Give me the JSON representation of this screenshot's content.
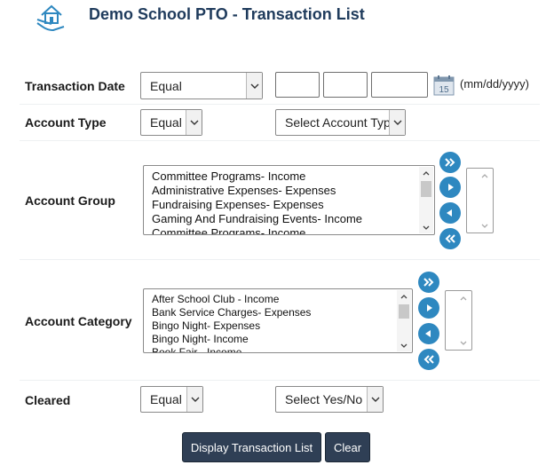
{
  "header": {
    "title": "Demo School PTO - Transaction List",
    "logo_icon": "house-in-hand-icon"
  },
  "colors": {
    "title": "#1f3b5c",
    "round_button": "#2e88c0",
    "primary_button": "#2f3f55"
  },
  "transaction_date": {
    "label": "Transaction Date",
    "operator": "Equal",
    "month": "",
    "day": "",
    "year": "",
    "format_hint": "(mm/dd/yyyy)",
    "calendar_icon": "calendar-icon",
    "calendar_day": "15"
  },
  "account_type": {
    "label": "Account Type",
    "operator": "Equal",
    "value": "Select Account Type"
  },
  "account_group": {
    "label": "Account Group",
    "options": [
      "Committee Programs- Income",
      "Administrative Expenses- Expenses",
      "Fundraising Expenses- Expenses",
      "Gaming And Fundraising Events- Income",
      "Committee Programs- Income"
    ]
  },
  "account_category": {
    "label": "Account Category",
    "options": [
      "After School Club - Income",
      "Bank Service Charges- Expenses",
      "Bingo Night- Expenses",
      "Bingo Night- Income",
      "Book Fair - Income"
    ]
  },
  "cleared": {
    "label": "Cleared",
    "operator": "Equal",
    "value": "Select Yes/No"
  },
  "actions": {
    "display_label": "Display Transaction List",
    "clear_label": "Clear"
  }
}
